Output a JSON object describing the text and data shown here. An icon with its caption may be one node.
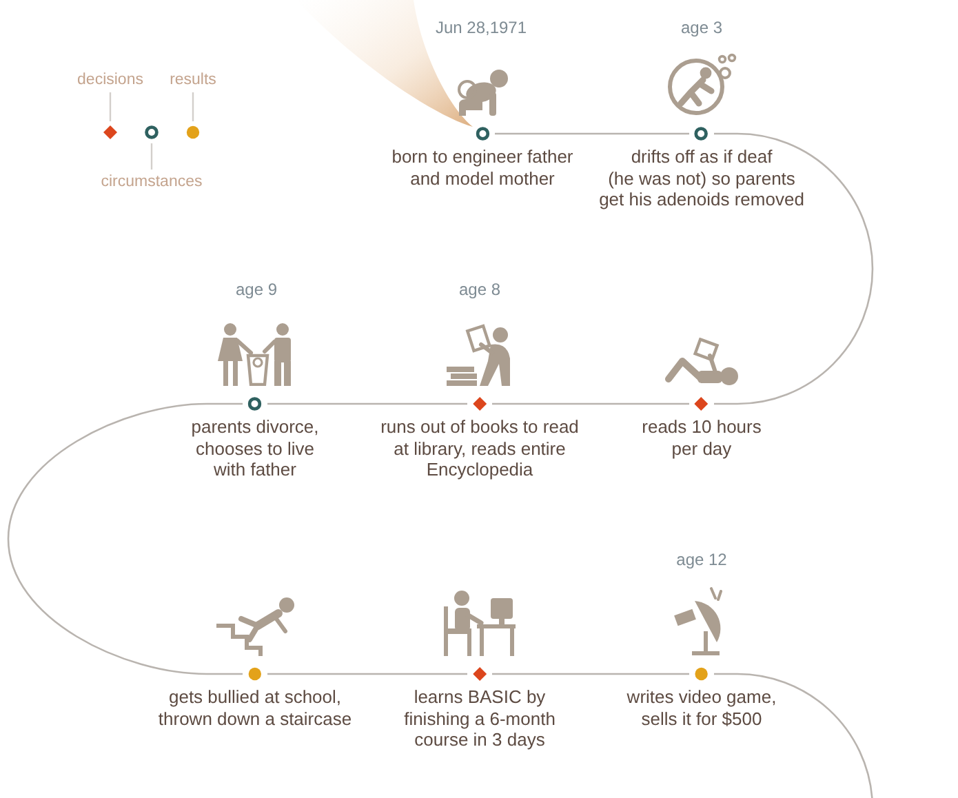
{
  "diagram": {
    "nodes": [
      {
        "text": [],
        "shape": "wedge"
      },
      {
        "text": [
          "born to engineer father and model mother"
        ]
      },
      {
        "text": [
          "drifts off as if deaf (he was not) so parents get his adenoids removed"
        ]
      },
      {
        "text": [
          "parents divorce, chooses to live with father"
        ]
      },
      {
        "text": [
          "runs out of books to read at library, reads entire Encyclopedia"
        ]
      },
      {
        "text": [
          "reads 10 hours per day"
        ]
      },
      {
        "text": [
          "gets bullied at school, thrown down a staircase"
        ]
      },
      {
        "text": [
          "learns BASIC by finishing a 6-month course in 3 days"
        ]
      },
      {
        "text": [
          "writes video game, sells it for $500"
        ]
      }
    ],
    "edges": [
      {
        "from": 1,
        "to": 2,
        "arrow": "none"
      },
      {
        "from": 2,
        "to": 5,
        "arrow": "none"
      },
      {
        "from": 5,
        "to": 4,
        "arrow": "none"
      },
      {
        "from": 4,
        "to": 3,
        "arrow": "none"
      },
      {
        "from": 3,
        "to": 6,
        "arrow": "none"
      },
      {
        "from": 6,
        "to": 7,
        "arrow": "none"
      },
      {
        "from": 7,
        "to": 8,
        "arrow": "none"
      },
      {
        "from": 8,
        "to": null,
        "arrow": "none"
      }
    ],
    "labels": [
      "Jun 28,1971",
      "age 3",
      "age 9",
      "age 8",
      "age 12"
    ],
    "legend": [
      {
        "text": "decisions",
        "color": "#dc461d"
      },
      {
        "text": "results",
        "color": "#e3a21a"
      },
      {
        "text": "circumstances",
        "color": "#2f6160"
      }
    ]
  }
}
